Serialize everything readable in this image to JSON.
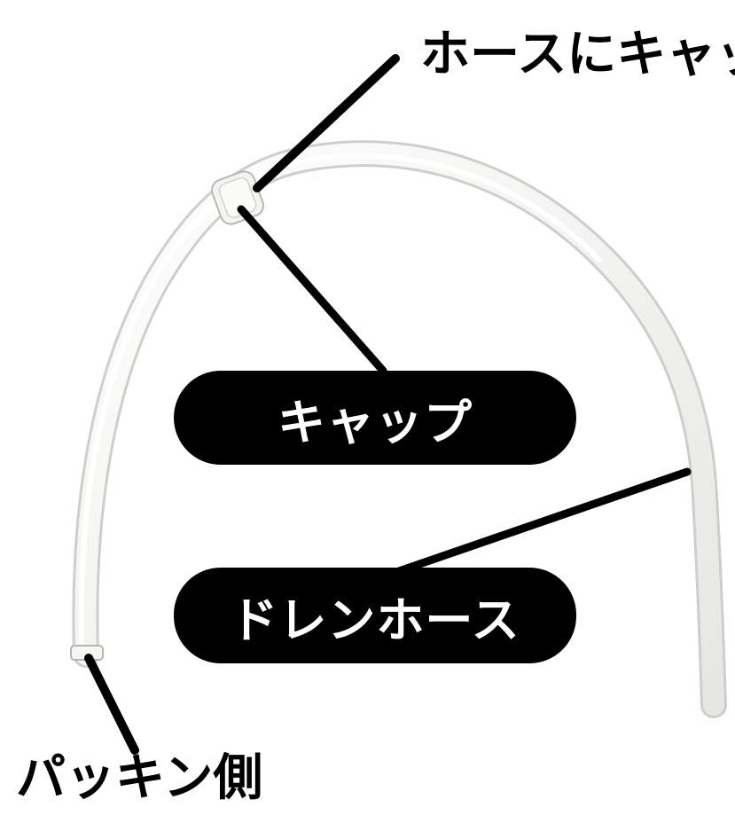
{
  "labels": {
    "hose_with_cap": "ホースにキャッ",
    "cap": "キャップ",
    "drain_hose": "ドレンホース",
    "packing_side": "パッキン側"
  },
  "colors": {
    "background": "#ffffff",
    "hose": "#f2f2ef",
    "hose_shadow": "#c9c9c4",
    "leader_line": "#000000",
    "label_pill": "#000000",
    "label_text": "#ffffff"
  }
}
